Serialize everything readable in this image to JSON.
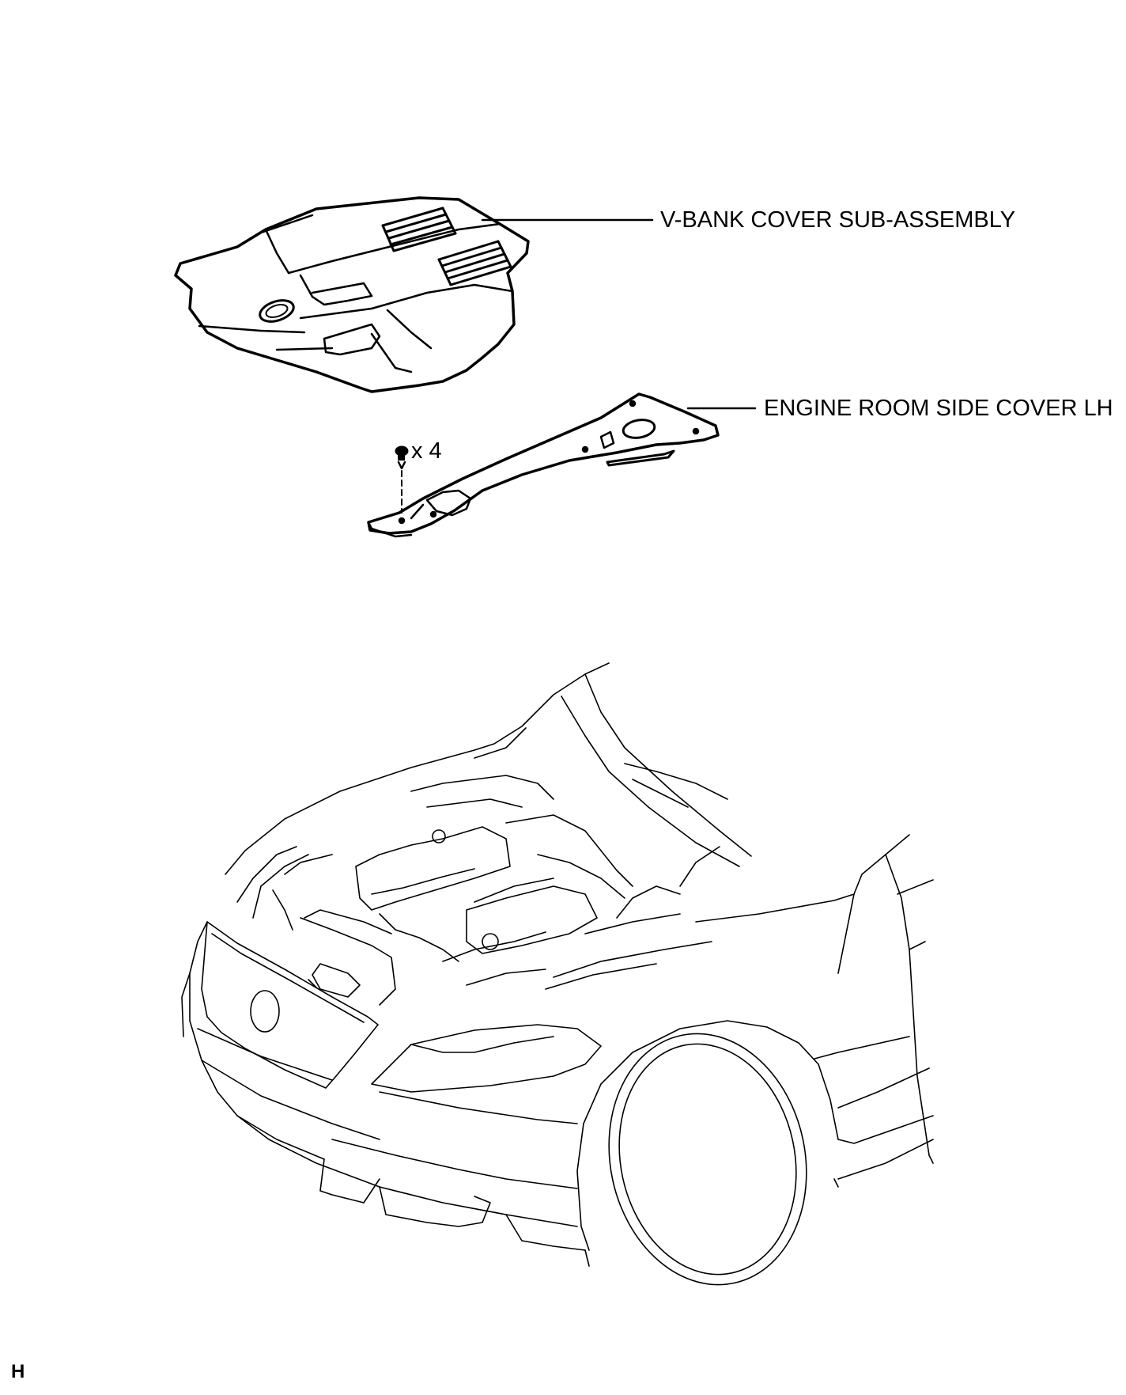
{
  "parts": {
    "v_bank_cover": "V-BANK COVER SUB-ASSEMBLY",
    "side_cover": "ENGINE ROOM SIDE COVER LH",
    "clip_quantity": "x 4"
  },
  "figure_code": "H"
}
